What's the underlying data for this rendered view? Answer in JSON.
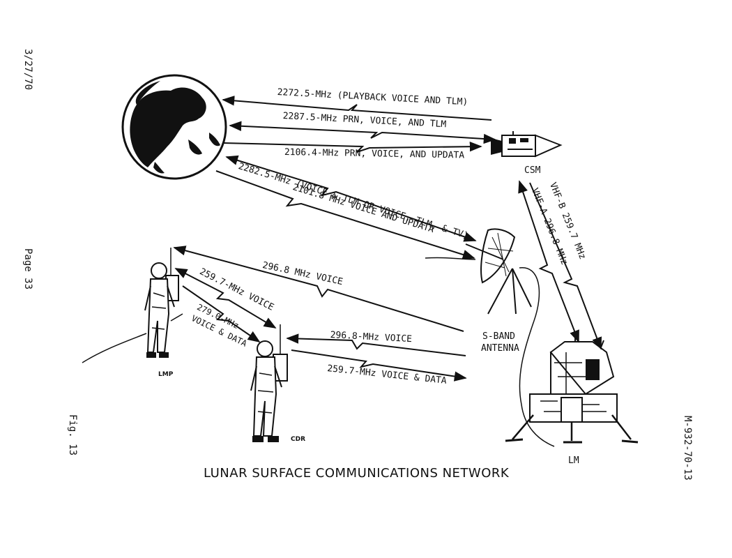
{
  "page": {
    "date": "3/27/70",
    "page_label": "Page 33",
    "figure_label": "Fig. 13",
    "doc_number": "M-932-70-13",
    "title": "LUNAR SURFACE COMMUNICATIONS NETWORK"
  },
  "nodes": {
    "csm": "CSM",
    "lm": "LM",
    "lmp": "LMP",
    "cdr": "CDR",
    "antenna_line1": "S-BAND",
    "antenna_line2": "ANTENNA"
  },
  "links": {
    "earth_csm_1": "2272.5-MHz (PLAYBACK VOICE AND TLM)",
    "earth_csm_2": "2287.5-MHz PRN, VOICE, AND TLM",
    "earth_csm_3": "2106.4-MHz PRN, VOICE, AND UPDATA",
    "earth_ant_1": "2282.5-MHz (VOICE & TLM OR VOICE, TLM, & TV)",
    "earth_ant_2": "2101.8 MHz  VOICE AND UPDATA",
    "lm_lmp": "296.8 MHz  VOICE",
    "lmp_cdr_1": "259.7-MHz VOICE",
    "lmp_cdr_2a": "279.0-MHz",
    "lmp_cdr_2b": "VOICE & DATA",
    "lm_cdr_1": "296.8-MHz VOICE",
    "lm_cdr_2": "259.7-MHz VOICE & DATA",
    "csm_lm_a": "VHF-A 296.8 MHz",
    "csm_lm_b": "VHF-B 259.7 MHz"
  }
}
